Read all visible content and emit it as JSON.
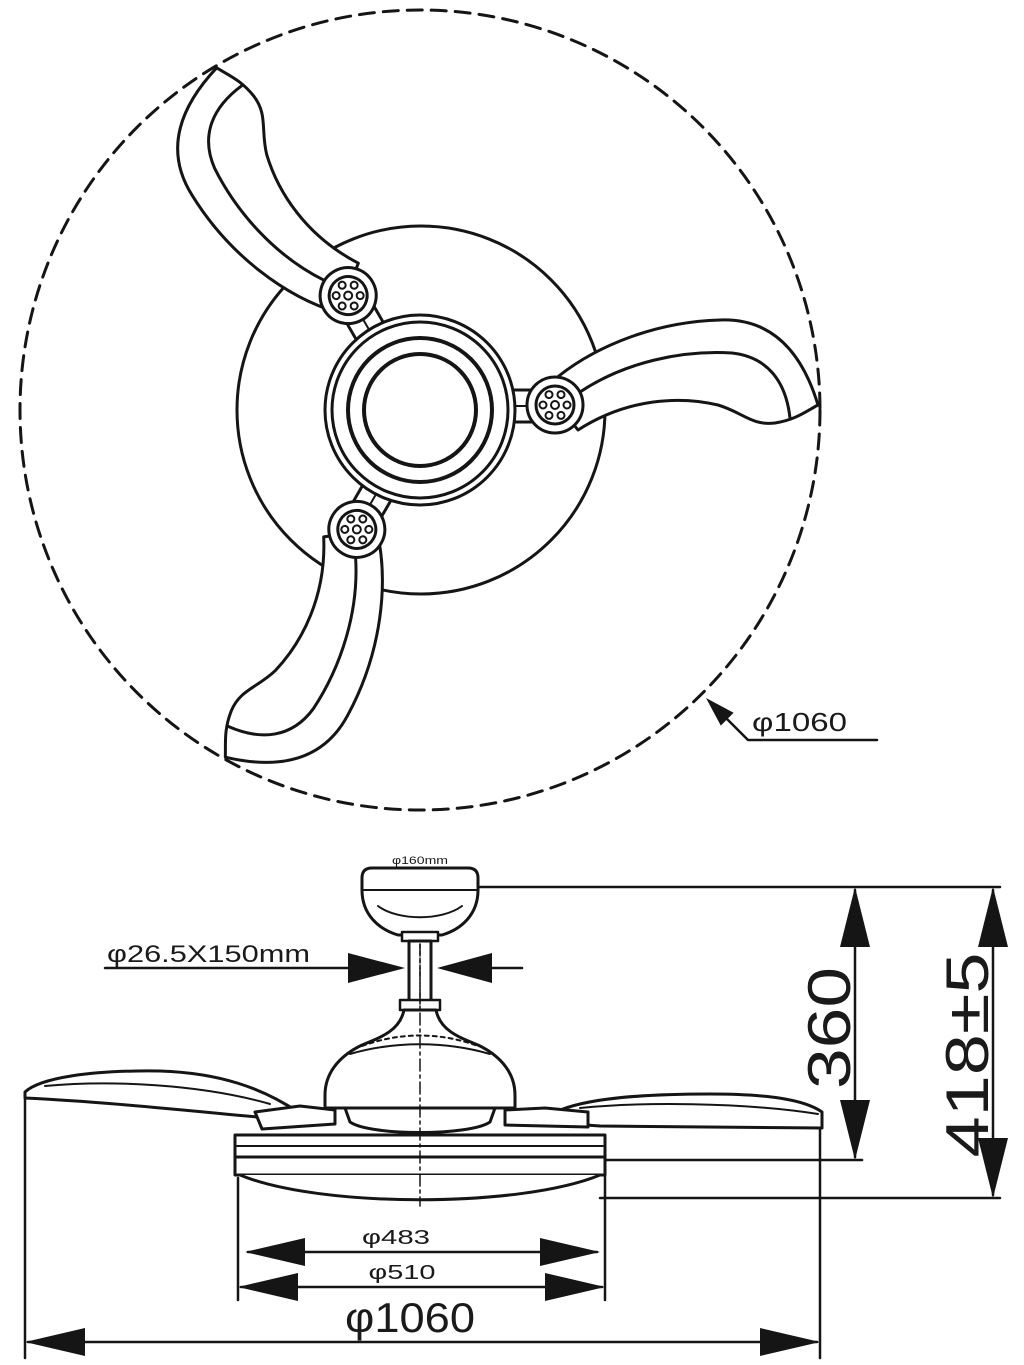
{
  "top_view": {
    "sweep_diameter": "φ1060"
  },
  "side_view": {
    "canopy_diameter": "φ160mm",
    "downrod_size": "φ26.5X150mm",
    "height_to_light": "360",
    "overall_height": "418±5",
    "light_diameter_inner": "φ483",
    "light_diameter_outer": "φ510",
    "sweep_diameter": "φ1060"
  }
}
